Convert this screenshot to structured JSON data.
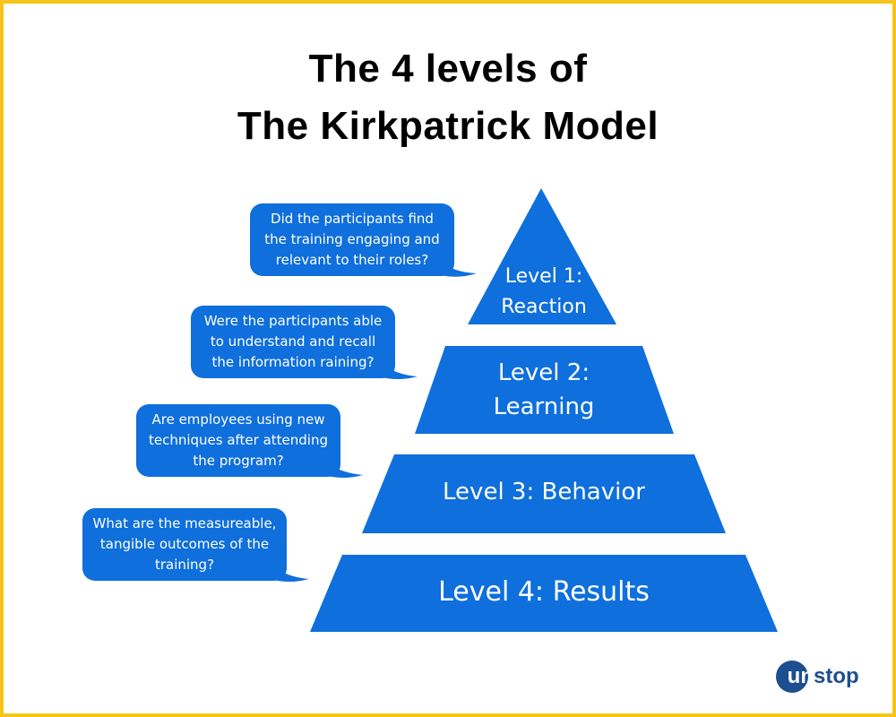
{
  "title": {
    "line1": "The 4 levels of",
    "line2": "The Kirkpatrick Model"
  },
  "colors": {
    "accent": "#0f6fdc",
    "border": "#f6c51a",
    "logo": "#1d4e8f"
  },
  "levels": [
    {
      "label_line1": "Level 1:",
      "label_line2": "Reaction",
      "question": [
        "Did the participants find",
        "the training engaging and",
        "relevant to their roles?"
      ]
    },
    {
      "label_line1": "Level 2:",
      "label_line2": "Learning",
      "question": [
        "Were the participants able",
        "to understand and recall",
        "the information raining?"
      ]
    },
    {
      "label_line1": "Level 3: Behavior",
      "question": [
        "Are employees using new",
        "techniques after attending",
        "the program?"
      ]
    },
    {
      "label_line1": "Level 4: Results",
      "question": [
        "What are the measureable,",
        "tangible outcomes of the",
        "training?"
      ]
    }
  ],
  "logo": {
    "text_circle": "un",
    "text_rest": "stop"
  }
}
